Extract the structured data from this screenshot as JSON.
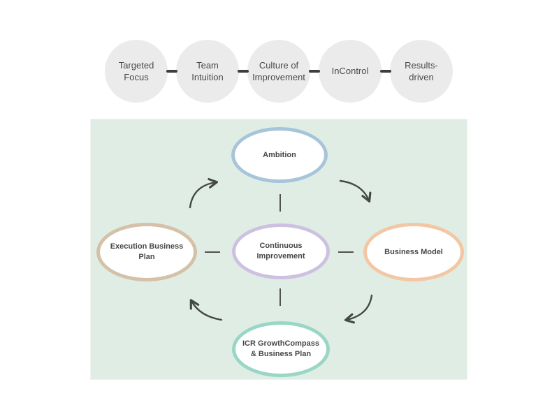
{
  "values_chain": {
    "circle_bg": "#ebebeb",
    "dash_color": "#3d3d3d",
    "text_color": "#4a4a4a",
    "items": [
      {
        "label": "Targeted Focus"
      },
      {
        "label": "Team Intuition"
      },
      {
        "label": "Culture of Improvement"
      },
      {
        "label": "InControl"
      },
      {
        "label": "Results-driven"
      }
    ]
  },
  "cycle_diagram": {
    "panel_bg": "#e0ede4",
    "node_fill": "#ffffff",
    "text_color": "#474747",
    "connector_color": "#4f524f",
    "arrow_color": "#454946",
    "center": {
      "label": "Continuous Improvement",
      "border_color": "#cdc1e1"
    },
    "nodes": [
      {
        "label": "Ambition",
        "position": "top",
        "border_color": "#a7c5da"
      },
      {
        "label": "Business Model",
        "position": "right",
        "border_color": "#f3c7a4"
      },
      {
        "label": "ICR GrowthCompass & Business Plan",
        "position": "bottom",
        "border_color": "#99d6c6"
      },
      {
        "label": "Execution Business Plan",
        "position": "left",
        "border_color": "#d5c0a8"
      }
    ],
    "flow_direction": "clockwise",
    "arrows": [
      {
        "from": "Execution Business Plan",
        "to": "Ambition"
      },
      {
        "from": "Ambition",
        "to": "Business Model"
      },
      {
        "from": "Business Model",
        "to": "ICR GrowthCompass & Business Plan"
      },
      {
        "from": "ICR GrowthCompass & Business Plan",
        "to": "Execution Business Plan"
      }
    ]
  }
}
